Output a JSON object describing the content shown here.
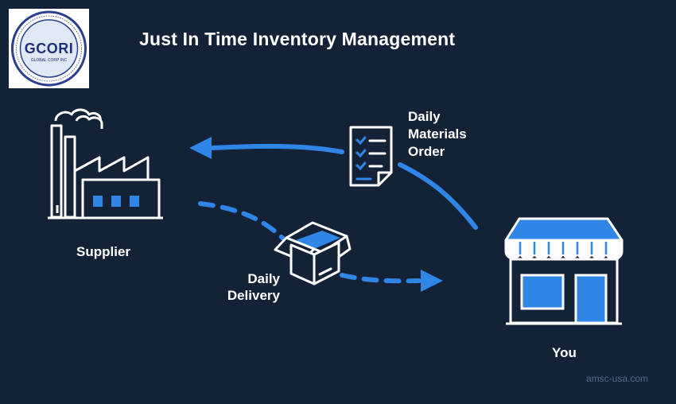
{
  "title": "Just In Time Inventory Management",
  "logo": {
    "text": "GCORI",
    "subtext": "GLOBAL CORP INC"
  },
  "nodes": {
    "supplier": {
      "label": "Supplier",
      "icon": "factory-icon"
    },
    "you": {
      "label": "You",
      "icon": "storefront-icon"
    },
    "order": {
      "line1": "Daily",
      "line2": "Materials",
      "line3": "Order",
      "icon": "checklist-document-icon"
    },
    "delivery": {
      "line1": "Daily",
      "line2": "Delivery",
      "icon": "open-box-icon"
    }
  },
  "watermark": "amsc-usa.com",
  "colors": {
    "background": "#142238",
    "accent": "#2f86e6",
    "white": "#ffffff"
  }
}
